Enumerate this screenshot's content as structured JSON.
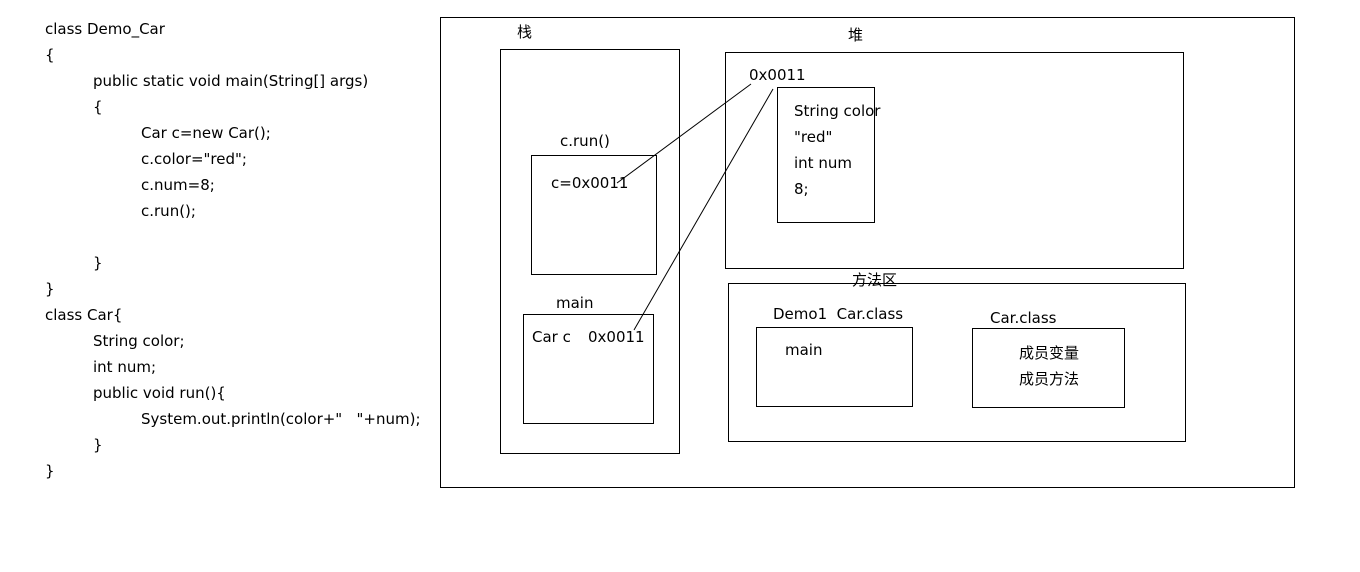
{
  "code": {
    "lines": [
      "class Demo_Car",
      "{",
      "public static void main(String[] args)",
      "{",
      "Car c=new Car();",
      "c.color=\"red\";",
      "c.num=8;",
      "c.run();",
      "}",
      "}",
      "class Car{",
      "String color;",
      "int num;",
      "public void run(){",
      "System.out.println(color+\"   \"+num);",
      "}",
      "}"
    ]
  },
  "stack": {
    "title": "栈",
    "run_frame": {
      "label": "c.run()",
      "content": "c=0x0011"
    },
    "main_frame": {
      "label": "main",
      "var": "Car c",
      "value": "0x0011"
    }
  },
  "heap": {
    "title": "堆",
    "address": "0x0011",
    "object": {
      "lines": [
        "String color",
        "\"red\"",
        "int num",
        "8;"
      ]
    }
  },
  "method_area": {
    "title": "方法区",
    "demo_label": "Demo1  Car.class",
    "demo_content": "main",
    "car_label": "Car.class",
    "car_lines": [
      "成员变量",
      "成员方法"
    ]
  }
}
